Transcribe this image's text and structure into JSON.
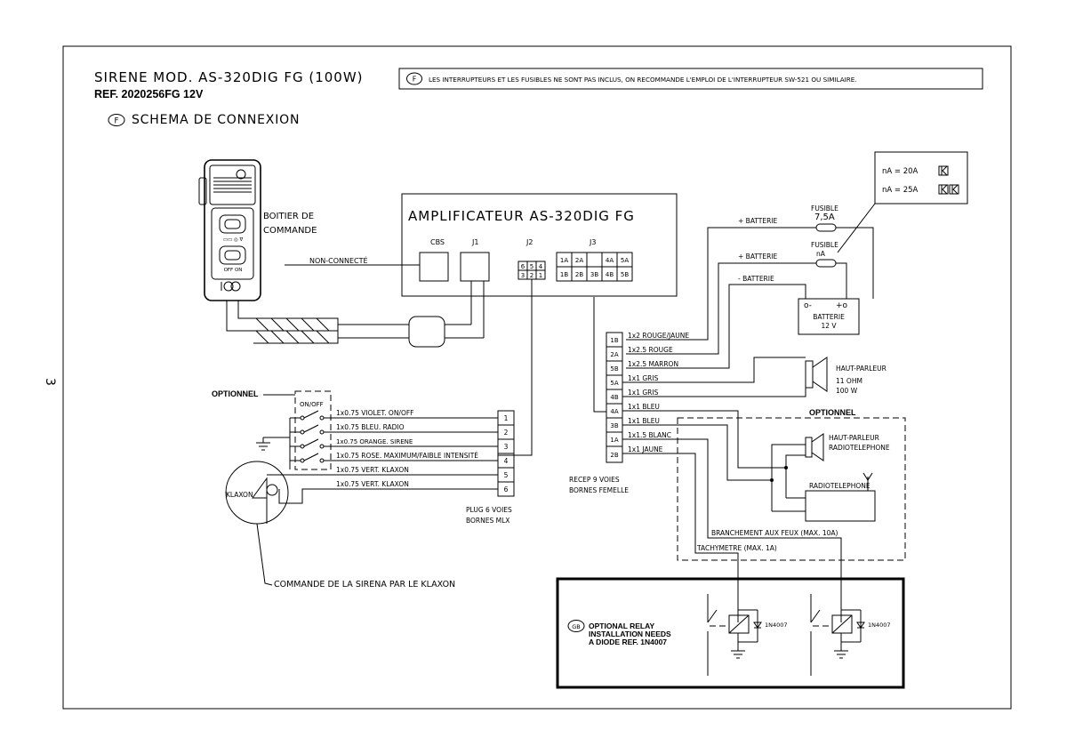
{
  "page_number": "3",
  "header": {
    "title": "SIRENE MOD. AS-320DIG FG (100W)",
    "ref": "REF. 2020256FG 12V",
    "subtitle_flag": "F",
    "subtitle": "SCHEMA DE CONNEXION",
    "note_flag": "F",
    "note": "LES INTERRUPTEURS ET LES FUSIBLES NE SONT PAS INCLUS, ON RECOMMANDE L'EMPLOI DE L'INTERRUPTEUR SW-521 OU SIMILAIRE."
  },
  "control_box": {
    "label_line1": "BOITIER DE",
    "label_line2": "COMMANDE",
    "btn1_legend": "▭▭  ◎  ∇",
    "btn2_legend": "OFF  ON",
    "not_connected": "NON-CONNECTÉ"
  },
  "amplifier": {
    "title": "AMPLIFICATEUR AS-320DIG FG",
    "connectors": [
      "CBS",
      "J1",
      "J2",
      "J3"
    ],
    "j2_pins_top": [
      "6",
      "5",
      "4"
    ],
    "j2_pins_bottom": [
      "3",
      "2",
      "1"
    ],
    "j3_pins_top": [
      "1A",
      "2A",
      "4A",
      "5A"
    ],
    "j3_pins_bottom": [
      "1B",
      "2B",
      "3B",
      "4B",
      "5B"
    ]
  },
  "fuse_box": {
    "line1": "nA = 20A",
    "line2": "nA = 25A",
    "fuse1_label": "FUSIBLE",
    "fuse1_value": "7,5A",
    "fuse2_label": "FUSIBLE",
    "fuse2_value": "nA"
  },
  "battery": {
    "wire_pos1": "+ BATTERIE",
    "wire_pos2": "+ BATTERIE",
    "wire_neg": "- BATTERIE",
    "label": "BATTERIE",
    "voltage": "12 V",
    "minus": "o-",
    "plus": "+o"
  },
  "receptacle": {
    "pins": [
      "1B",
      "2A",
      "5B",
      "5A",
      "4B",
      "4A",
      "3B",
      "1A",
      "2B"
    ],
    "wires": [
      "1x2 ROUGE/JAUNE",
      "1x2.5 ROUGE",
      "1x2.5 MARRON",
      "1x1 GRIS",
      "1x1 GRIS",
      "1x1 BLEU",
      "1x1 BLEU",
      "1x1.5 BLANC",
      "1x1 JAUNE"
    ],
    "caption_line1": "RECEP 9 VOIES",
    "caption_line2": "BORNES FEMELLE"
  },
  "speaker": {
    "label": "HAUT-PARLEUR",
    "impedance": "11 OHM",
    "power": "100 W"
  },
  "optional_right": {
    "title": "OPTIONNEL",
    "speaker_line1": "HAUT-PARLEUR",
    "speaker_line2": "RADIOTELEPHONE",
    "radio": "RADIOTELEPHONE",
    "lights": "BRANCHEMENT AUX FEUX (MAX. 10A)",
    "tacho": "TACHYMETRE (MAX. 1A)"
  },
  "plug": {
    "pins": [
      "1",
      "2",
      "3",
      "4",
      "5",
      "6"
    ],
    "wires": [
      "1x0.75 VIOLET. ON/OFF",
      "1x0.75 BLEU. RADIO",
      "1x0.75 ORANGE. SIRENE",
      "1x0.75 ROSE. MAXIMUM/FAIBLE INTENSITÉ",
      "1x0.75 VERT. KLAXON",
      "1x0.75 VERT. KLAXON"
    ],
    "caption_line1": "PLUG 6 VOIES",
    "caption_line2": "BORNES MLX"
  },
  "optional_left": {
    "title": "OPTIONNEL",
    "switch_label": "ON/OFF"
  },
  "klaxon": {
    "label": "KLAXON",
    "command": "COMMANDE DE LA SIRENA PAR LE KLAXON"
  },
  "relay_box": {
    "flag": "GB",
    "line1": "OPTIONAL RELAY",
    "line2": "INSTALLATION NEEDS",
    "line3": "A DIODE REF. 1N4007",
    "diode1": "1N4007",
    "diode2": "1N4007"
  }
}
